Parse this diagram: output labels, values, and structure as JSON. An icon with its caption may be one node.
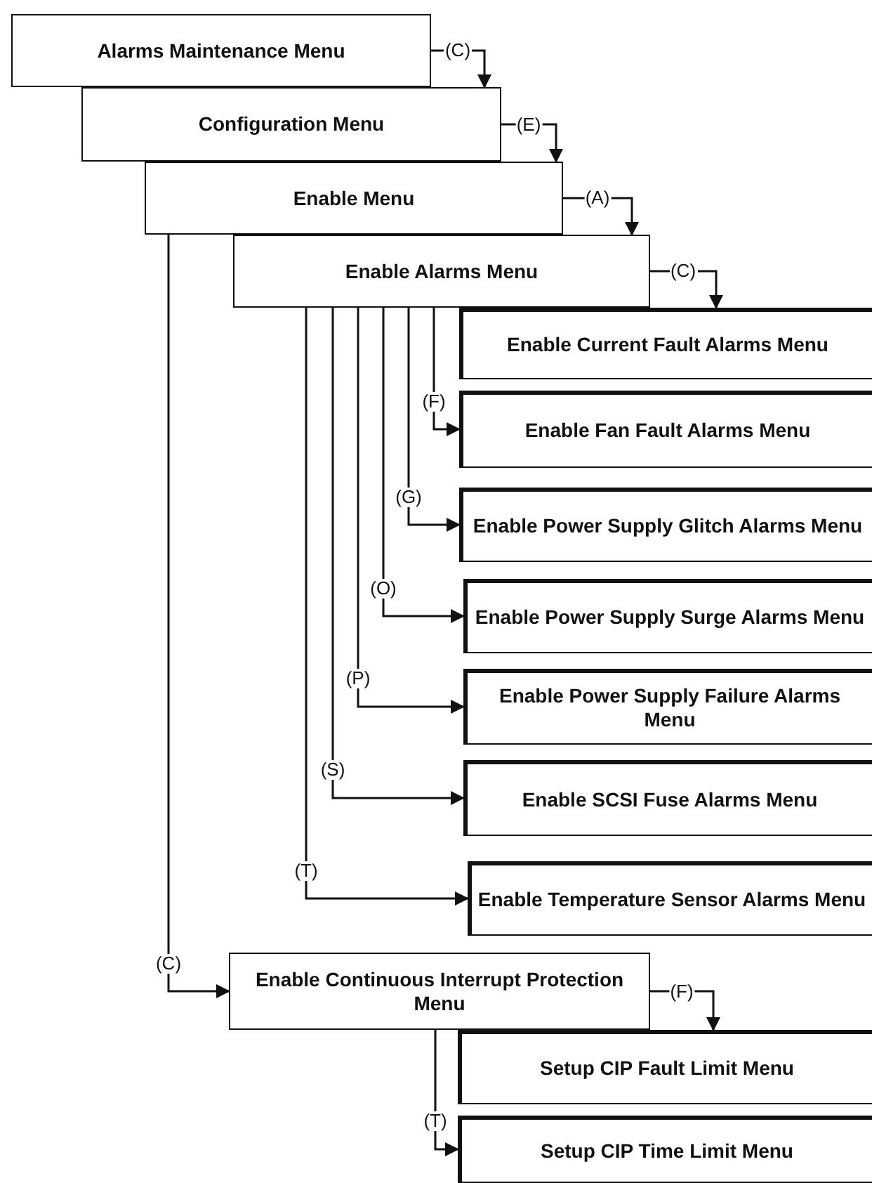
{
  "diagram": {
    "nodes": [
      {
        "text": [
          "Alarms Maintenance Menu"
        ]
      },
      {
        "text": [
          "Configuration Menu"
        ]
      },
      {
        "text": [
          "Enable Menu"
        ]
      },
      {
        "text": [
          "Enable Alarms Menu"
        ]
      },
      {
        "text": [
          "Enable Current Fault Alarms Menu"
        ]
      },
      {
        "text": [
          "Enable Fan Fault Alarms Menu"
        ]
      },
      {
        "text": [
          "Enable Power Supply Glitch Alarms Menu"
        ]
      },
      {
        "text": [
          "Enable Power Supply Surge Alarms Menu"
        ]
      },
      {
        "text": [
          "Enable Power Supply Failure Alarms Menu"
        ]
      },
      {
        "text": [
          "Enable SCSI Fuse Alarms Menu"
        ]
      },
      {
        "text": [
          "Enable Temperature Sensor Alarms Menu"
        ]
      },
      {
        "text": [
          "Enable Continuous Interrupt Protection Menu"
        ]
      },
      {
        "text": [
          "Setup CIP Fault Limit Menu"
        ]
      },
      {
        "text": [
          "Setup CIP Time Limit Menu"
        ]
      }
    ],
    "edges": [
      {
        "from": 0,
        "to": 1,
        "arrow": "to",
        "label": "(C)"
      },
      {
        "from": 1,
        "to": 2,
        "arrow": "to",
        "label": "(E)"
      },
      {
        "from": 2,
        "to": 3,
        "arrow": "to",
        "label": "(A)"
      },
      {
        "from": 3,
        "to": 4,
        "arrow": "to",
        "label": "(C)"
      },
      {
        "from": 3,
        "to": 5,
        "arrow": "to",
        "label": "(F)"
      },
      {
        "from": 3,
        "to": 6,
        "arrow": "to",
        "label": "(G)"
      },
      {
        "from": 3,
        "to": 7,
        "arrow": "to",
        "label": "(O)"
      },
      {
        "from": 3,
        "to": 8,
        "arrow": "to",
        "label": "(P)"
      },
      {
        "from": 3,
        "to": 9,
        "arrow": "to",
        "label": "(S)"
      },
      {
        "from": 3,
        "to": 10,
        "arrow": "to",
        "label": "(T)"
      },
      {
        "from": 2,
        "to": 11,
        "arrow": "to",
        "label": "(C)"
      },
      {
        "from": 11,
        "to": 12,
        "arrow": "to",
        "label": "(F)"
      },
      {
        "from": 11,
        "to": 13,
        "arrow": "to",
        "label": "(T)"
      }
    ]
  }
}
